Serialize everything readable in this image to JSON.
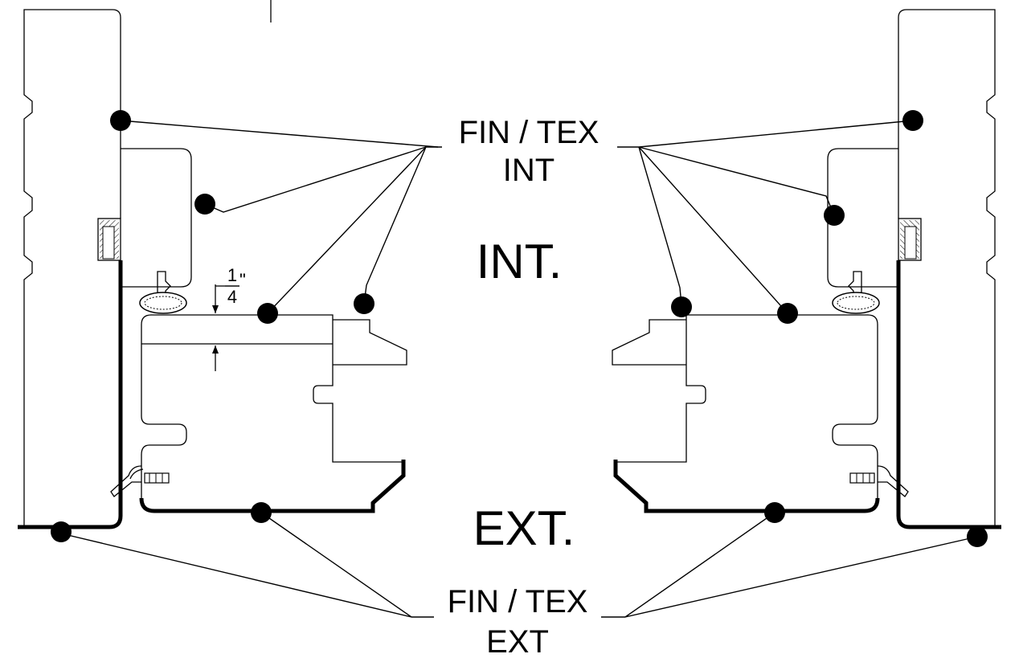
{
  "labels": {
    "int_callout_line1": "FIN / TEX",
    "int_callout_line2": "INT",
    "ext_callout_line1": "FIN / TEX",
    "ext_callout_line2": "EXT",
    "interior_side": "INT.",
    "exterior_side": "EXT.",
    "dim_numerator": "1",
    "dim_denominator": "4",
    "dim_unit": "\""
  }
}
